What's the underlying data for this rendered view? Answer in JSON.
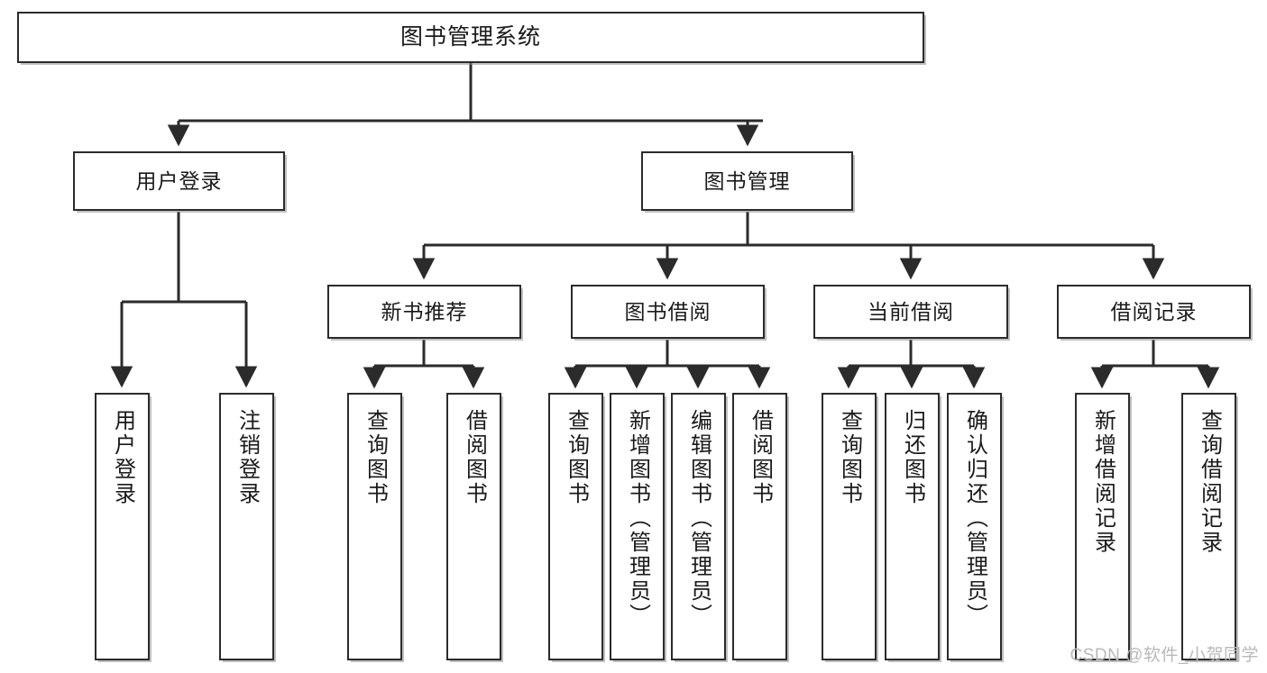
{
  "diagram": {
    "title_text": "图书管理系统",
    "stroke_color": "#2b2b2b",
    "fill_color": "#ffffff",
    "text_color": "#1a1a1a",
    "watermark": "CSDN @软件_小贺同学",
    "nodes": {
      "root": "图书管理系统",
      "level2": {
        "user_login": "用户登录",
        "book_manage": "图书管理"
      },
      "level3": {
        "new_book_recommend": "新书推荐",
        "book_borrow": "图书借阅",
        "current_borrow": "当前借阅",
        "borrow_record": "借阅记录"
      },
      "leaves": {
        "user_login_1": "用户登录",
        "user_login_2": "注销登录",
        "recommend_1": "查询图书",
        "recommend_2": "借阅图书",
        "borrow_1": "查询图书",
        "borrow_2": "新增图书（管理员）",
        "borrow_3": "编辑图书（管理员）",
        "borrow_4": "借阅图书",
        "current_1": "查询图书",
        "current_2": "归还图书",
        "current_3": "确认归还（管理员）",
        "record_1": "新增借阅记录",
        "record_2": "查询借阅记录"
      }
    }
  }
}
